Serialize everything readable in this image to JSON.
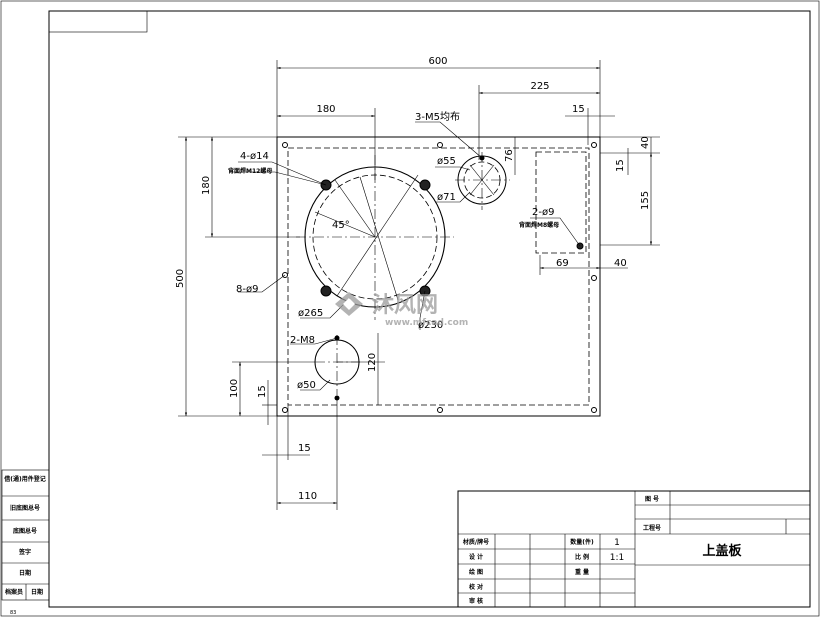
{
  "drawing": {
    "dimensions": {
      "overall_width": "600",
      "offset_225": "225",
      "offset_180": "180",
      "margin_15_top": "15",
      "height_40": "40",
      "height_15": "15",
      "height_76": "76",
      "height_155": "155",
      "width_69": "69",
      "width_40": "40",
      "height_180": "180",
      "overall_height": "500",
      "height_120": "120",
      "height_100": "100",
      "height_15_left": "15",
      "width_15_bottom": "15",
      "width_110": "110"
    },
    "callouts": {
      "m5_holes": "3-M5均布",
      "d55": "ø55",
      "d71": "ø71",
      "holes_4_d14": "4-ø14",
      "weld_m12": "背面焊M12螺母",
      "angle_45": "45°",
      "holes_8_d9": "8-ø9",
      "d265": "ø265",
      "d230": "ø230",
      "m8_holes": "2-M8",
      "d50": "ø50",
      "holes_2_d9": "2-ø9",
      "weld_m8": "背面焊M8螺母"
    }
  },
  "side_table": {
    "rows": [
      "借(通)用件登记",
      "旧底图总号",
      "底图总号",
      "签字",
      "日期"
    ],
    "footer_left": "档案员",
    "footer_right": "日期",
    "corner": "83"
  },
  "title_block": {
    "drawing_no_label": "图 号",
    "project_no_label": "工程号",
    "material_label": "材质/牌号",
    "design_label": "设 计",
    "draw_label": "绘 图",
    "check_label": "校 对",
    "review_label": "审 核",
    "quantity_label": "数量(件)",
    "quantity_value": "1",
    "scale_label": "比 例",
    "scale_value": "1:1",
    "weight_label": "重 量",
    "part_name": "上盖板"
  },
  "watermark": {
    "brand": "沐风网",
    "url": "www.mfcad.com"
  }
}
